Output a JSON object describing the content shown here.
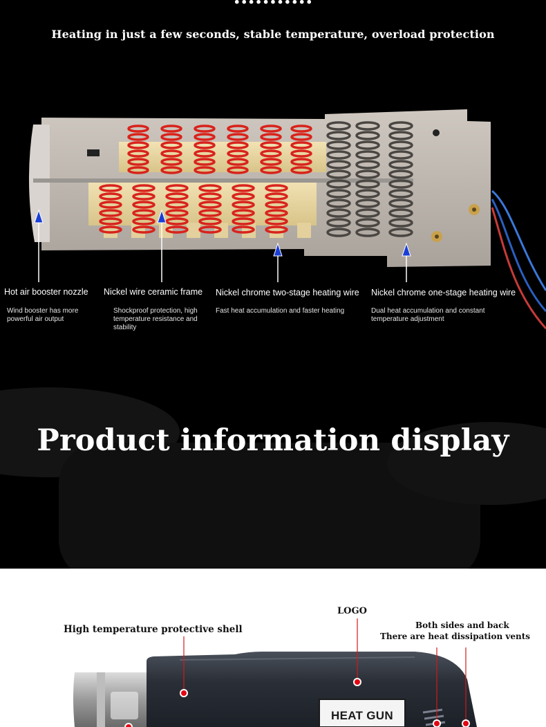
{
  "top_section": {
    "cut_title": "...........",
    "subtitle": "Heating in just a few seconds, stable temperature, overload protection",
    "callouts": [
      {
        "label": "Hot air booster nozzle",
        "desc": "Wind booster has more powerful air output"
      },
      {
        "label": "Nickel wire ceramic frame",
        "desc": "Shockproof protection, high temperature resistance and stability"
      },
      {
        "label": "Nickel chrome two-stage heating wire",
        "desc": "Fast heat accumulation and faster heating"
      },
      {
        "label": "Nickel chrome one-stage heating wire",
        "desc": "Dual heat accumulation and constant temperature adjustment"
      }
    ]
  },
  "display_section": {
    "title": "Product information display"
  },
  "product_section": {
    "labels": {
      "shell": "High temperature protective shell",
      "logo": "LOGO",
      "vents_line1": "Both sides and back",
      "vents_line2": "There are heat dissipation vents"
    },
    "badge_text": "HEAT GUN",
    "colors": {
      "marker": "#e30613",
      "body": "#262b33",
      "arrow": "#1a3fd6"
    }
  }
}
